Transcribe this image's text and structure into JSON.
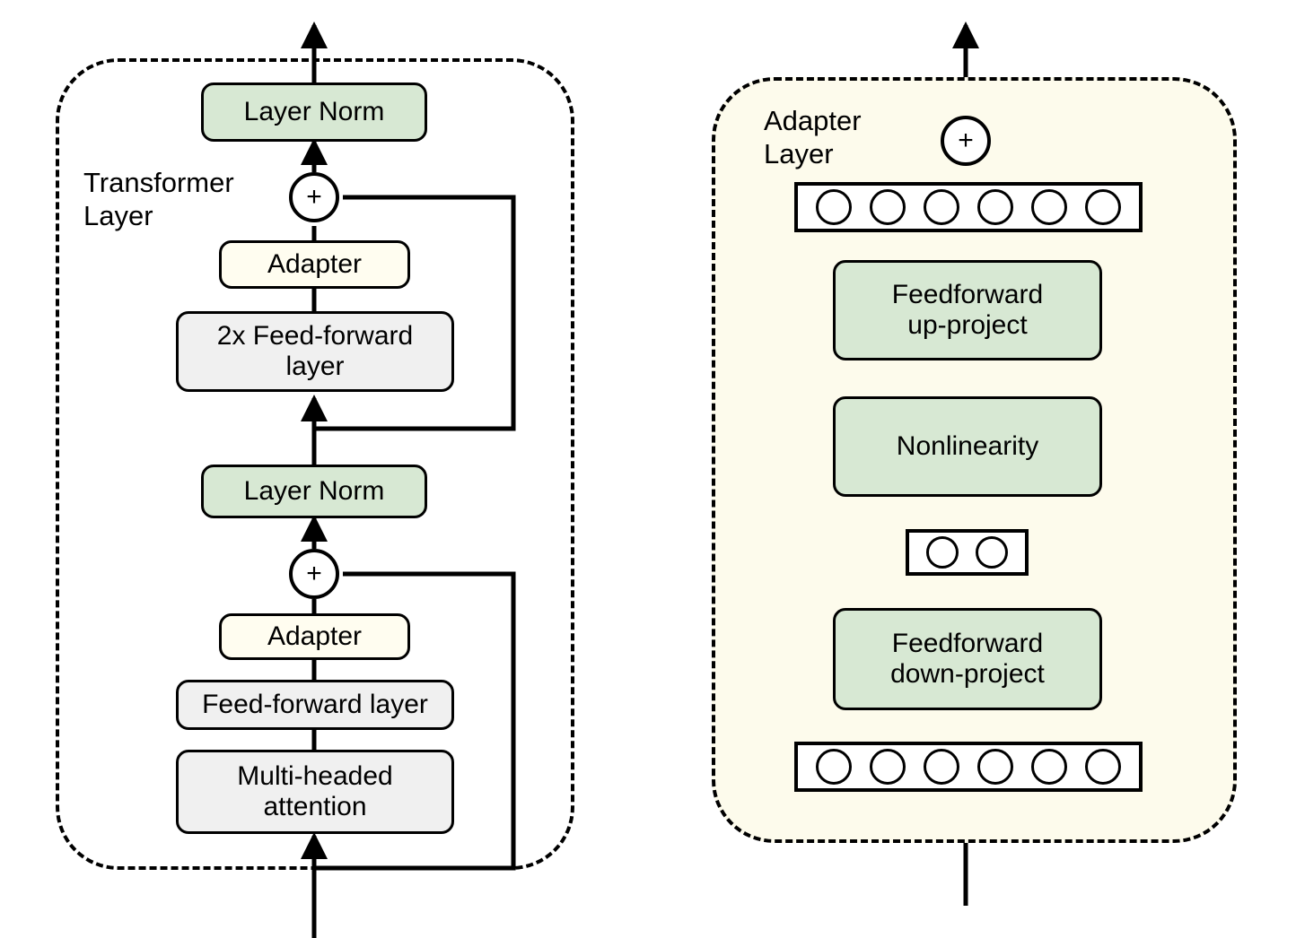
{
  "figure": {
    "title": "Adapter module architecture within a Transformer layer",
    "colors": {
      "green_fill": "#d7e8d3",
      "grey_fill": "#f0f0f0",
      "cream_fill": "#fffdf0",
      "panel_tint": "#fdfbec",
      "stroke": "#000000",
      "background": "#ffffff"
    }
  },
  "left_panel": {
    "group_label": "Transformer\nLayer",
    "plus_symbol": "+",
    "blocks": {
      "layer_norm_top": "Layer Norm",
      "adapter_top": "Adapter",
      "feed_forward_2x": "2x Feed-forward\nlayer",
      "layer_norm_mid": "Layer Norm",
      "adapter_bottom": "Adapter",
      "feed_forward_layer": "Feed-forward layer",
      "multi_headed_attention": "Multi-headed\nattention"
    }
  },
  "right_panel": {
    "group_label": "Adapter\nLayer",
    "plus_symbol": "+",
    "blocks": {
      "feedforward_up_project": "Feedforward\nup-project",
      "nonlinearity": "Nonlinearity",
      "feedforward_down_project": "Feedforward\ndown-project"
    },
    "vectors": {
      "output_vector_units": 6,
      "bottleneck_vector_units": 2,
      "input_vector_units": 6
    }
  },
  "chart_data": {
    "type": "diagram",
    "title": "Adapter architecture",
    "panels": [
      {
        "name": "Transformer Layer",
        "flow_bottom_to_top": [
          "Multi-headed attention",
          "Feed-forward layer",
          "Adapter",
          "+",
          "Layer Norm",
          "2x Feed-forward layer",
          "Adapter",
          "+",
          "Layer Norm"
        ],
        "residual_connections": [
          {
            "from": "layer input",
            "to": "+ after first Adapter"
          },
          {
            "from": "after first Layer Norm",
            "to": "+ after second Adapter"
          }
        ]
      },
      {
        "name": "Adapter Layer",
        "flow_bottom_to_top": [
          "input vector (6 units)",
          "Feedforward down-project",
          "bottleneck vector (2 units)",
          "Nonlinearity",
          "Feedforward up-project",
          "output vector (6 units)",
          "+"
        ],
        "residual_connections": [
          {
            "from": "adapter input",
            "to": "+ at adapter output"
          }
        ]
      }
    ]
  }
}
